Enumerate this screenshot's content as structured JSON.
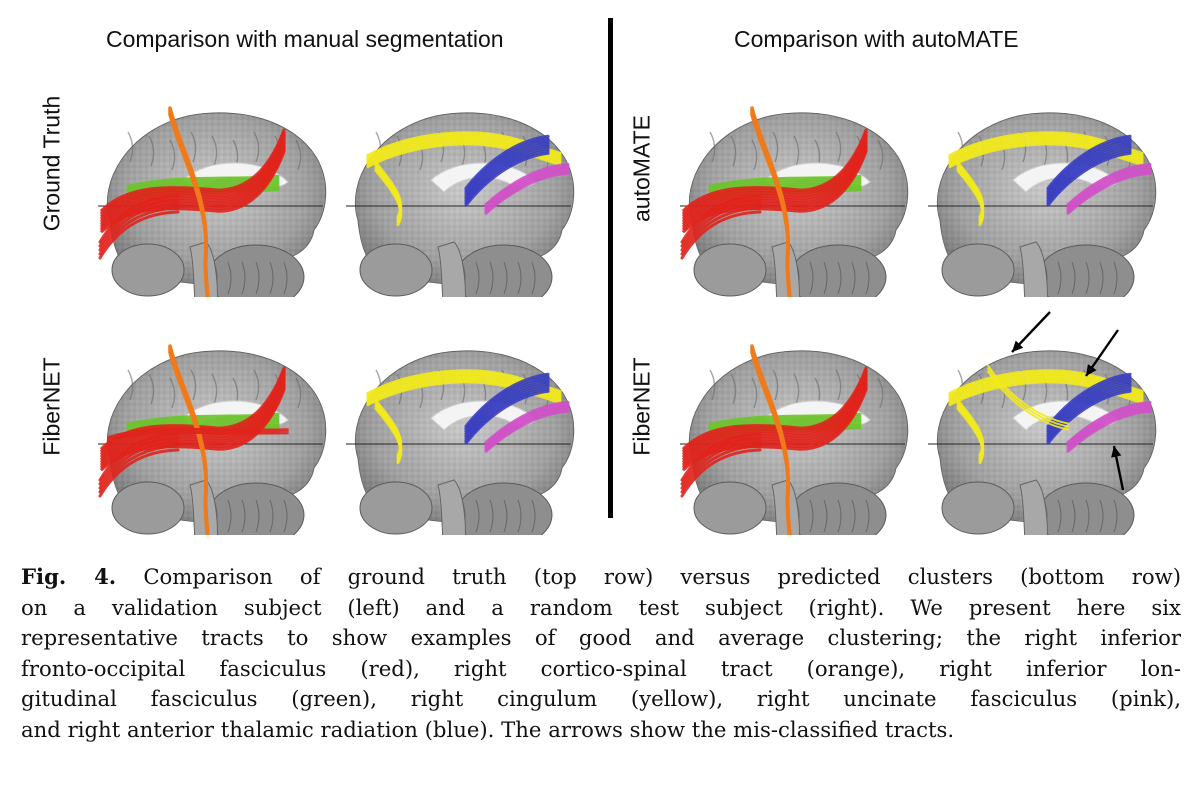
{
  "figure": {
    "left_title": "Comparison with manual segmentation",
    "right_title": "Comparison with autoMATE",
    "left_rows": [
      "Ground Truth",
      "FiberNET"
    ],
    "right_rows": [
      "autoMATE",
      "FiberNET"
    ],
    "tract_colors": {
      "red": "#e0241c",
      "orange": "#f07a1a",
      "green": "#6cc42a",
      "yellow": "#f2ea1c",
      "blue": "#3a3fc0",
      "pink": "#d050c8"
    },
    "arrows_icon": "arrow-icon"
  },
  "caption": {
    "label": "Fig. 4.",
    "lines": [
      " Comparison of ground truth (top row) versus predicted clusters (bottom row)",
      "on a validation subject (left) and a random test subject (right). We present here six",
      "representative tracts to show examples of good and average clustering; the right inferior",
      "fronto-occipital fasciculus (red), right cortico-spinal tract (orange), right inferior lon-",
      "gitudinal fasciculus (green), right cingulum (yellow), right uncinate fasciculus (pink),",
      "and right anterior thalamic radiation (blue). The arrows show the mis-classified tracts."
    ]
  }
}
